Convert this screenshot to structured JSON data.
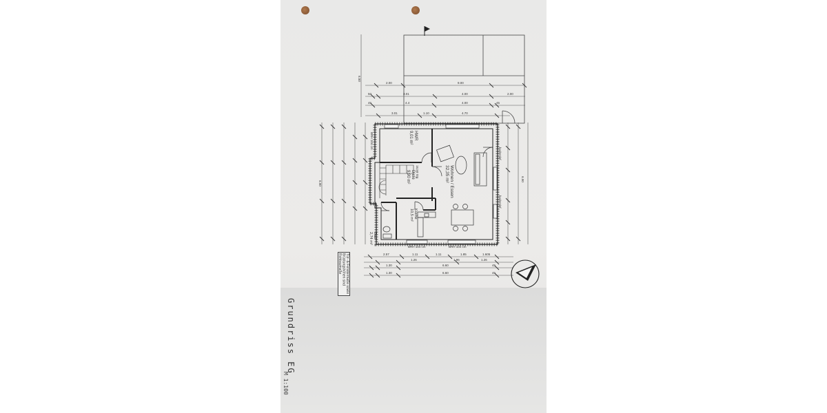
{
  "sheet": {
    "title": "Grundriss EG",
    "scale": "M 1:100",
    "note_lines": [
      "Tür- & Fenstermaße",
      "sowie Brüstungshöhen",
      "sind Rohbaumaße"
    ]
  },
  "rooms": [
    {
      "name": "HWR",
      "area": "9,01 m²"
    },
    {
      "name": "Diele",
      "area": "9,90 m²"
    },
    {
      "name": "Wohnen / Essen",
      "area": "32,35 m²"
    },
    {
      "name": "Küche",
      "area": "10,5 m²"
    },
    {
      "name": "Bad",
      "area": "2,74 m²"
    }
  ],
  "labels": {
    "brh_upper": "BRH 104 cm",
    "brh_lower_1": "BRH 104 cm",
    "brh_lower_2": "BRH 104 cm",
    "sill_1": "bodentief",
    "sill_2": "bodentief",
    "stair_area": "16,50 Stg"
  },
  "dimensions": {
    "top_row_1": [
      "2.00",
      "9.00"
    ],
    "top_row_2": [
      "50",
      "3.01",
      "4.00",
      "2.00"
    ],
    "top_row_3": [
      "45",
      "4.4",
      "4.00",
      "45"
    ],
    "top_row_4": [
      "3.01",
      "1.10",
      "4.70"
    ],
    "top_total": "6.50",
    "left_total": "6.90",
    "right_total": "6.90",
    "bottom_row_1": [
      "2.57",
      "1.11",
      "1.11",
      "1.85",
      "1.605"
    ],
    "bottom_row_2": [
      "1.26",
      "1.96",
      "1.26"
    ],
    "bottom_row_3": [
      "1.30",
      "6.60",
      "45"
    ],
    "bottom_row_4": [
      "1.30",
      "6.60",
      "45"
    ]
  },
  "colors": {
    "paper": "#e9e9e8",
    "ink": "#333333",
    "punch_hole": "#8a5a36"
  }
}
